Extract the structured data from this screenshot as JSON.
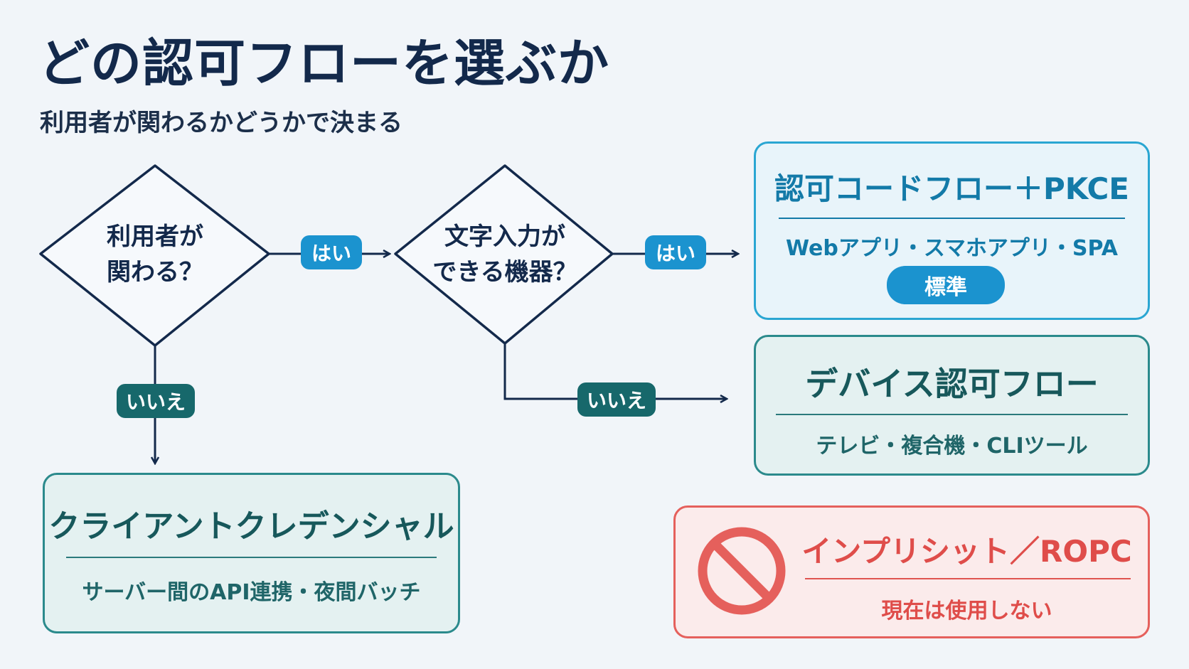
{
  "title": "どの認可フローを選ぶか",
  "subtitle": "利用者が関わるかどうかで決まる",
  "decision1": {
    "line1": "利用者が",
    "line2": "関わる？"
  },
  "decision2": {
    "line1": "文字入力が",
    "line2": "できる機器？"
  },
  "labels": {
    "yes1": "はい",
    "yes2": "はい",
    "no1": "いいえ",
    "no2": "いいえ"
  },
  "auth_code": {
    "title": "認可コードフロー＋PKCE",
    "desc": "Webアプリ・スマホアプリ・SPA",
    "badge": "標準"
  },
  "device": {
    "title": "デバイス認可フロー",
    "desc": "テレビ・複合機・CLIツール"
  },
  "client": {
    "title": "クライアントクレデンシャル",
    "desc": "サーバー間のAPI連携・夜間バッチ"
  },
  "deprecated": {
    "title": "インプリシット／ROPC",
    "desc": "現在は使用しない",
    "icon": "prohibited-icon"
  },
  "colors": {
    "navy": "#13294b",
    "blue": "#1b93cf",
    "teal": "#17686b",
    "red": "#e5605c"
  }
}
